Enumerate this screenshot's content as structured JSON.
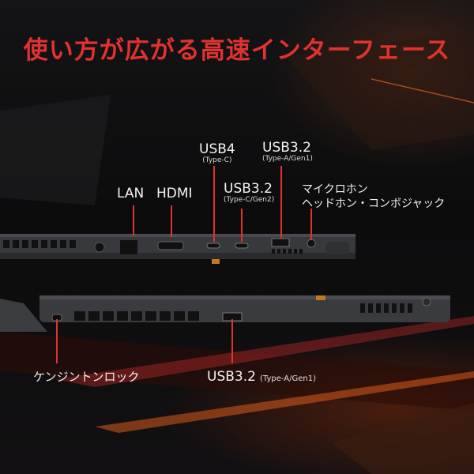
{
  "title": "使い方が広がる高速インターフェース",
  "labels": {
    "usb4": {
      "main": "USB4",
      "sub": "(Type-C)"
    },
    "usb32_a_top": {
      "main": "USB3.2",
      "sub": "(Type-A/Gen1)"
    },
    "usb32_c": {
      "main": "USB3.2",
      "sub": "(Type-C/Gen2)"
    },
    "lan": "LAN",
    "hdmi": "HDMI",
    "combo_jack_line1": "マイクロホン",
    "combo_jack_line2": "ヘッドホン・コンボジャック",
    "kensington": "ケンジントンロック",
    "usb32_a_bottom": {
      "main": "USB3.2",
      "sub": "(Type-A/Gen1)"
    }
  },
  "colors": {
    "accent": "#e0322e",
    "body": "#3a3b3e",
    "text": "#f2f2f2"
  }
}
